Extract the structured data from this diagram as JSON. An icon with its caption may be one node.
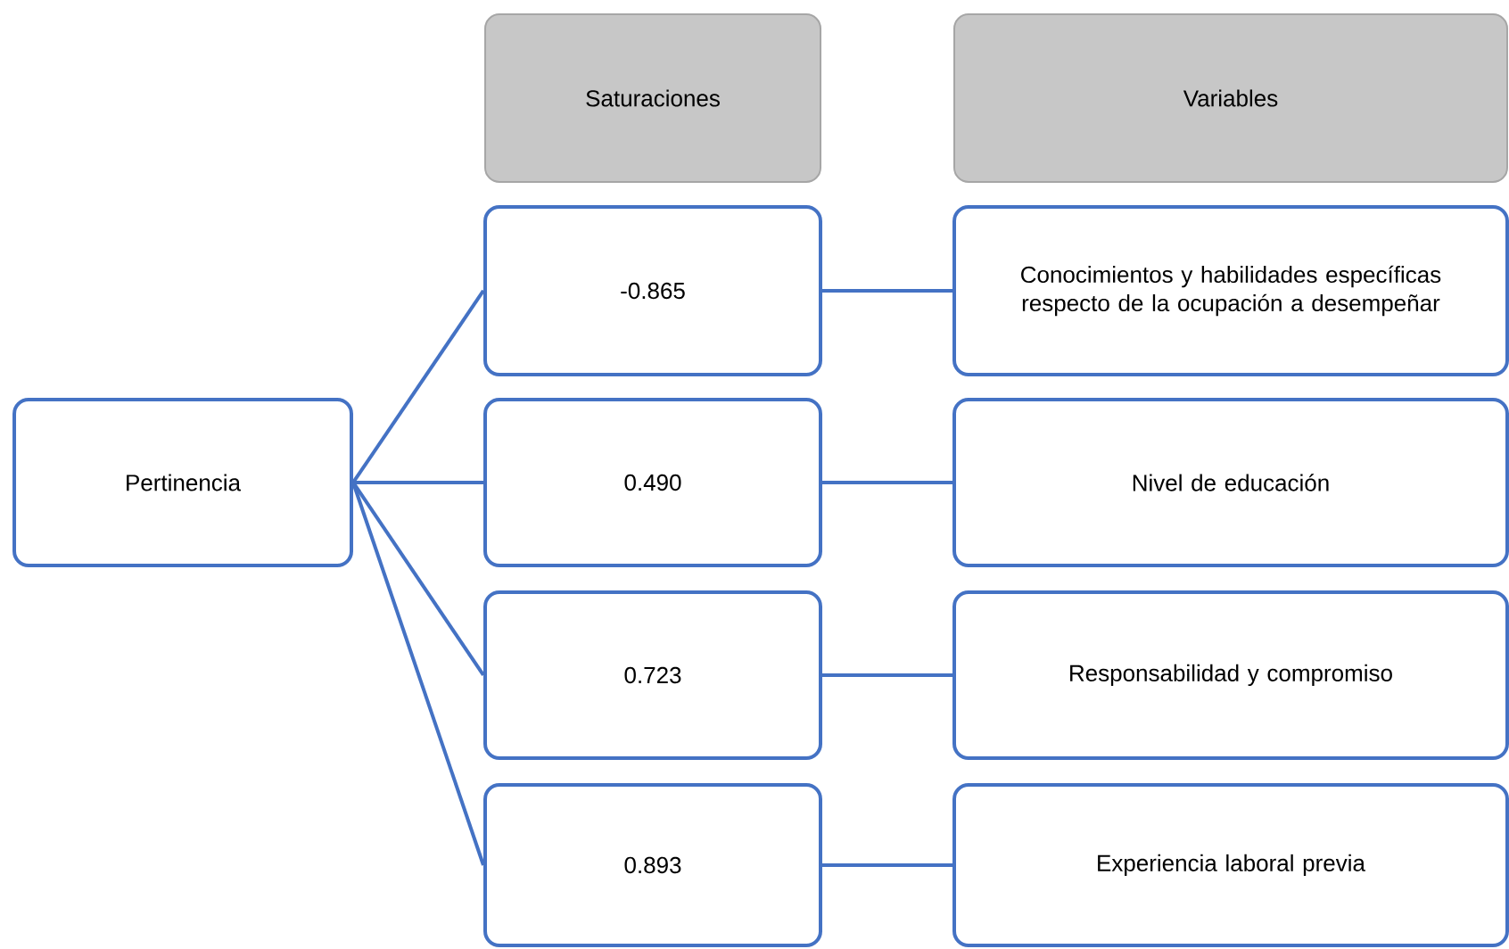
{
  "diagram": {
    "nodes": [
      {
        "text": [
          "Saturaciones"
        ]
      },
      {
        "text": [
          "Variables"
        ]
      },
      {
        "text": [
          "Pertinencia"
        ]
      },
      {
        "text": [
          "-0.865"
        ]
      },
      {
        "text": [
          "Conocimientos y habilidades específicas respecto de la ocupación a desempeñar"
        ]
      },
      {
        "text": [
          "0.490"
        ]
      },
      {
        "text": [
          "Nivel de educación"
        ]
      },
      {
        "text": [
          "0.723"
        ]
      },
      {
        "text": [
          "Responsabilidad y compromiso"
        ]
      },
      {
        "text": [
          "0.893"
        ]
      },
      {
        "text": [
          "Experiencia laboral previa"
        ]
      }
    ],
    "edges": [
      {
        "from": 2,
        "to": 3,
        "arrow": "none"
      },
      {
        "from": 2,
        "to": 5,
        "arrow": "none"
      },
      {
        "from": 2,
        "to": 7,
        "arrow": "none"
      },
      {
        "from": 2,
        "to": 9,
        "arrow": "none"
      },
      {
        "from": 3,
        "to": 4,
        "arrow": "none"
      },
      {
        "from": 5,
        "to": 6,
        "arrow": "none"
      },
      {
        "from": 7,
        "to": 8,
        "arrow": "none"
      },
      {
        "from": 9,
        "to": 10,
        "arrow": "none"
      }
    ]
  }
}
